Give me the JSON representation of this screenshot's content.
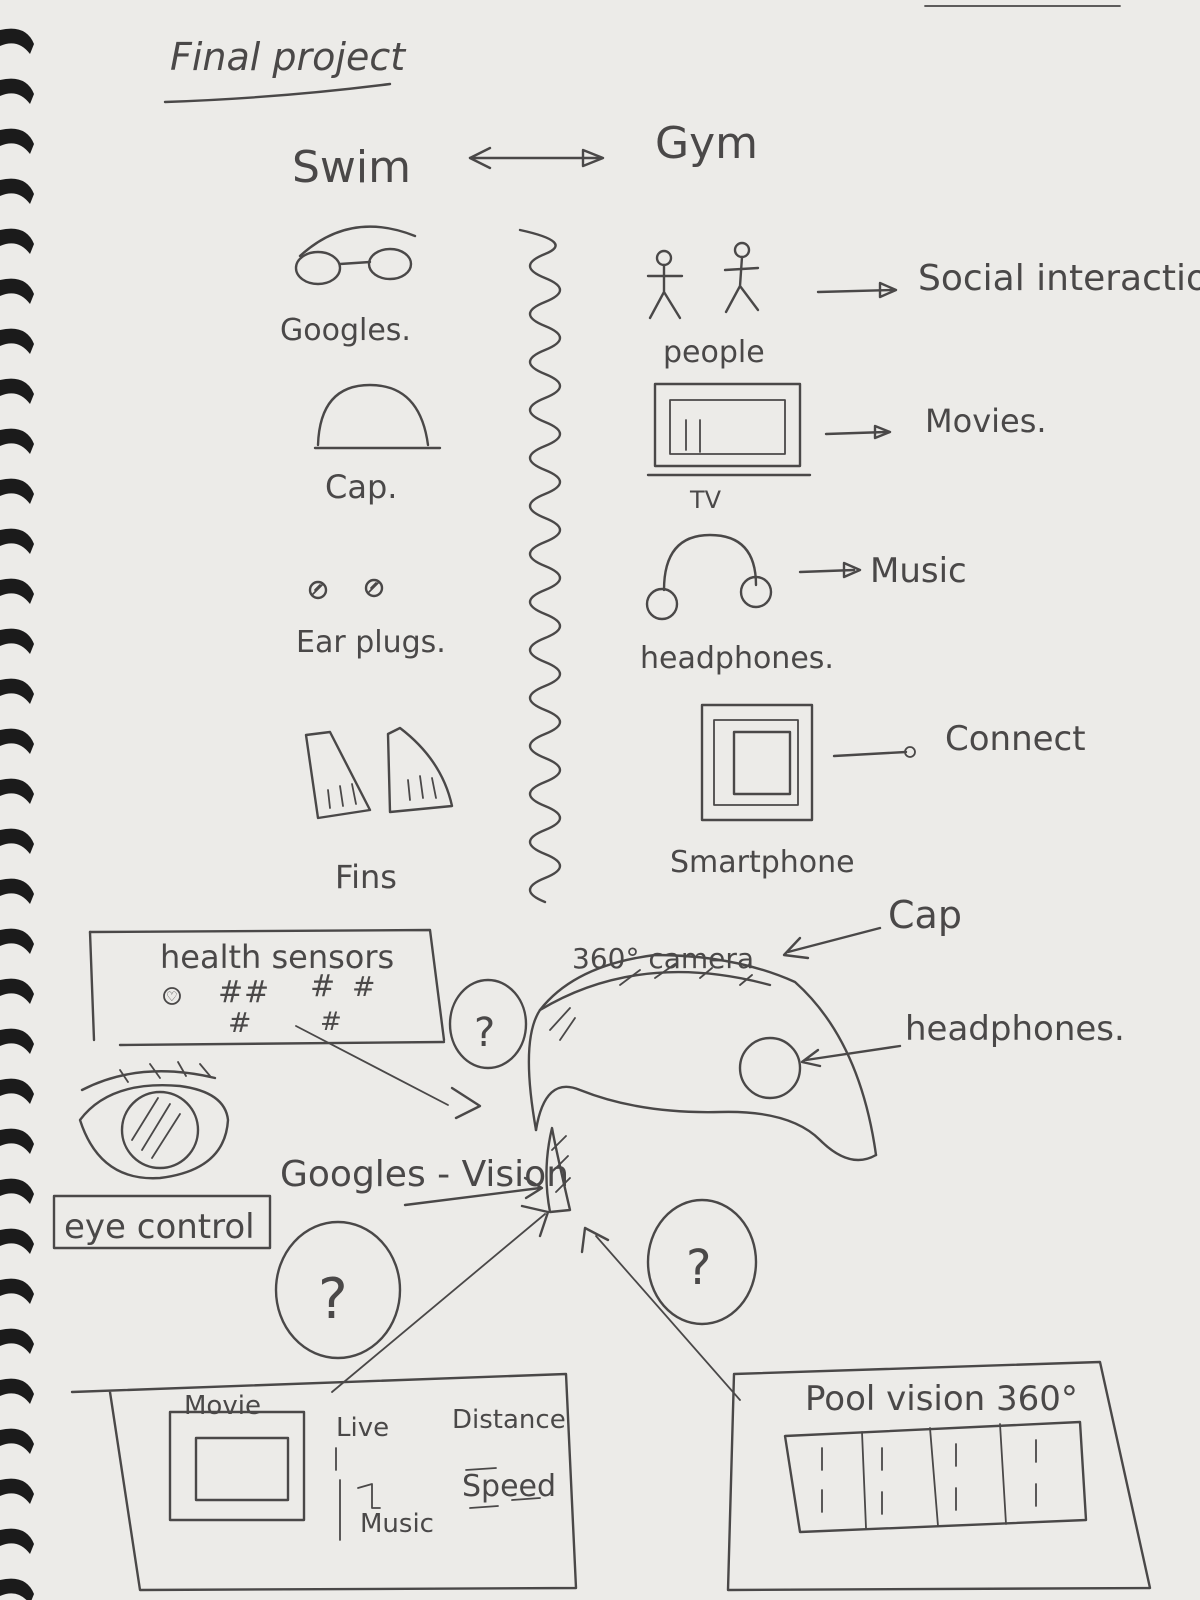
{
  "sheet": {
    "title": "Final project",
    "paper_color": "#ecebe8",
    "ink_color": "#4a4848"
  },
  "comparison": {
    "left_heading": "Swim",
    "right_heading": "Gym"
  },
  "swim_items": [
    {
      "label": "Googles.",
      "icon": "goggles-icon"
    },
    {
      "label": "Cap.",
      "icon": "cap-icon"
    },
    {
      "label": "Ear plugs.",
      "icon": "ear-plugs-icon"
    },
    {
      "label": "Fins",
      "icon": "fins-icon"
    }
  ],
  "gym_items": [
    {
      "label": "people",
      "icon": "people-icon",
      "purpose": "Social interaction"
    },
    {
      "label": "TV",
      "icon": "tv-icon",
      "purpose": "Movies."
    },
    {
      "label": "headphones.",
      "icon": "headphones-icon",
      "purpose": "Music"
    },
    {
      "label": "Smartphone",
      "icon": "smartphone-icon",
      "purpose": "Connect"
    }
  ],
  "concept": {
    "health_box_title": "health sensors",
    "health_marks": [
      "♡",
      "#",
      "#",
      "#",
      "#",
      "#",
      "#"
    ],
    "question_mark": "?",
    "camera_label": "360° camera",
    "cap_label": "Cap",
    "headphones_label": "headphones.",
    "goggles_label": "Googles - Vision",
    "eye_control_label": "eye control",
    "screen_panel": {
      "movie_label": "Movie",
      "live_label": "Live",
      "music_label": "Music",
      "distance_label": "Distance",
      "speed_label": "Speed"
    },
    "pool_panel_title": "Pool vision 360°"
  }
}
